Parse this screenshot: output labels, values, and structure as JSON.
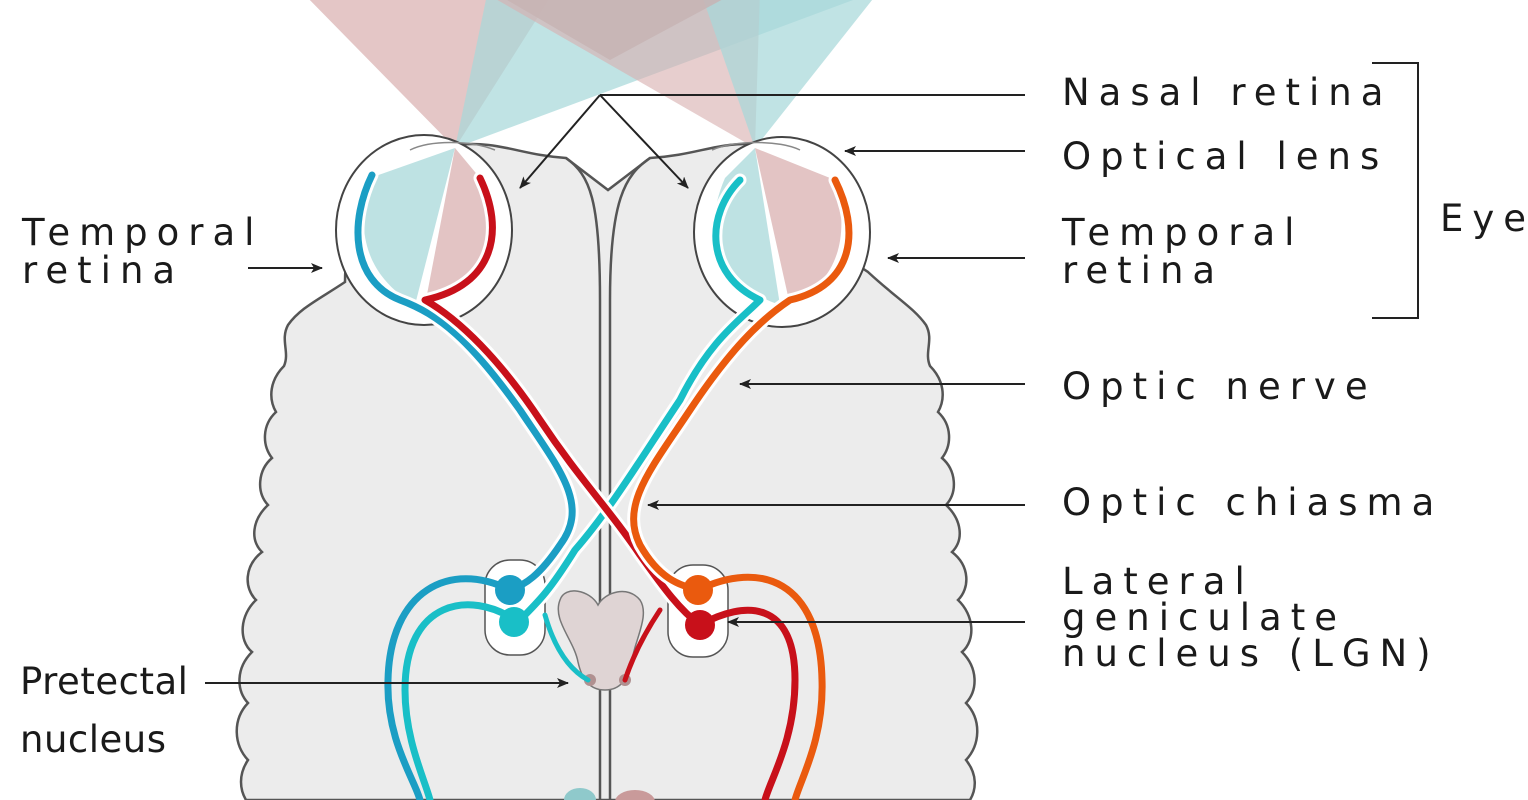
{
  "labels": {
    "nasal_retina": "Nasal retina",
    "optical_lens": "Optical lens",
    "temporal_retina_right": [
      "Temporal",
      "retina"
    ],
    "eye": "Eye",
    "optic_nerve": "Optic nerve",
    "optic_chiasma": "Optic chiasma",
    "lgn": [
      "Lateral",
      "geniculate",
      "nucleus (LGN)"
    ],
    "temporal_retina_left": [
      "Temporal",
      "retina"
    ],
    "pretectal_nucleus": [
      "Pretectal",
      "nucleus"
    ]
  },
  "colors": {
    "left_temporal_pathway": "#1b9ec4",
    "left_nasal_pathway": "#c8101a",
    "right_nasal_pathway": "#19bfc7",
    "right_temporal_pathway": "#ea5a0e",
    "brain_fill": "#ececec",
    "brain_outline": "#555555",
    "field_red": "#d9b0b0",
    "field_teal": "#a8d8da",
    "text": "#1a1a1a"
  }
}
